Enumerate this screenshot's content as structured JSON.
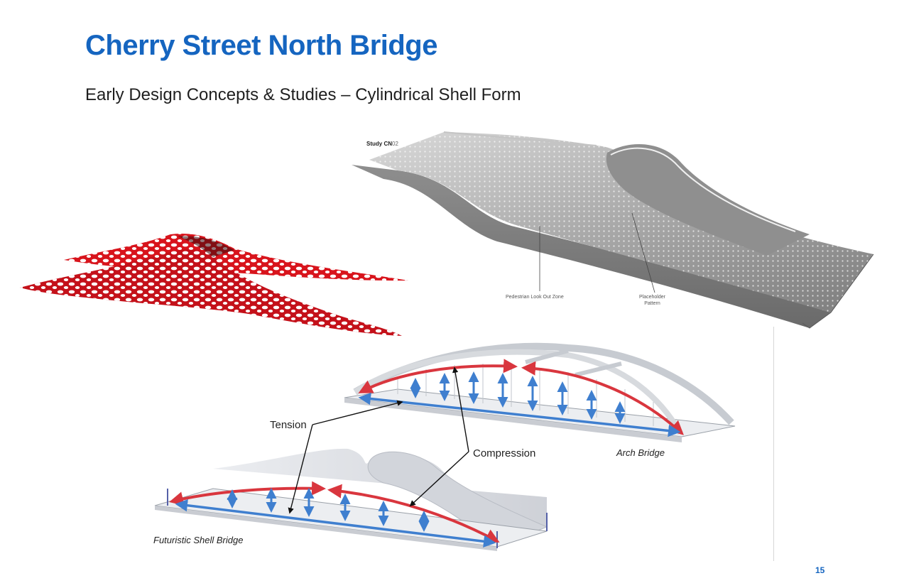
{
  "header": {
    "title": "Cherry Street North Bridge",
    "subtitle": "Early Design Concepts & Studies – Cylindrical Shell Form"
  },
  "study": {
    "label_bold": "Study CN",
    "label_num": "02",
    "callouts": {
      "lookout": "Pedestrian Look Out Zone",
      "pattern_line1": "Placeholder",
      "pattern_line2": "Pattern"
    }
  },
  "diagram": {
    "tension": "Tension",
    "compression": "Compression",
    "arch_bridge": "Arch Bridge",
    "shell_bridge": "Futuristic Shell Bridge"
  },
  "footer": {
    "page_number": "15"
  },
  "colors": {
    "title": "#1565c0",
    "compression_arrow": "#d9363e",
    "tension_arrow": "#3f7fcf",
    "red_model": "#d8141c"
  }
}
